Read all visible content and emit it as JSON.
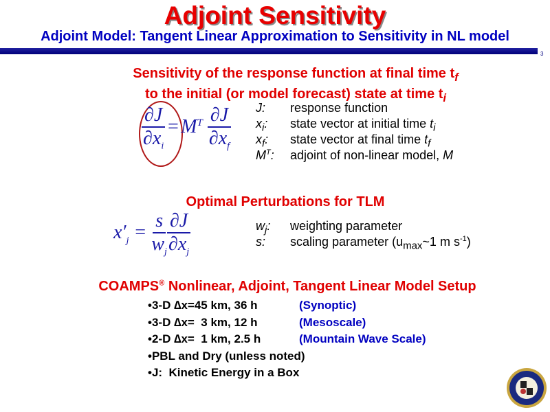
{
  "title": "Adjoint Sensitivity",
  "subtitle": "Adjoint Model: Tangent Linear Approximation to Sensitivity in NL model",
  "page_number": "3",
  "section1": {
    "line1": "Sensitivity of the response function at final time t",
    "line1_sub": "f",
    "line2": "to the initial (or model forecast) state at time t",
    "line2_sub": "i",
    "definitions": [
      {
        "symbol": "J",
        "sub": "",
        "sup": "",
        "text": "response function",
        "text_tail": ""
      },
      {
        "symbol": "x",
        "sub": "i",
        "sup": "",
        "text": "state vector at initial time ",
        "text_tail": "t",
        "tail_sub": "i"
      },
      {
        "symbol": "x",
        "sub": "f",
        "sup": "",
        "text": "state vector at final time ",
        "text_tail": "t",
        "tail_sub": "f"
      },
      {
        "symbol": "M",
        "sub": "",
        "sup": "T",
        "text": "adjoint of non-linear model, ",
        "text_tail": "M",
        "tail_sub": ""
      }
    ]
  },
  "section2": {
    "heading": "Optimal Perturbations for TLM",
    "definitions": [
      {
        "symbol": "w",
        "sub": "j",
        "text": "weighting parameter"
      },
      {
        "symbol": "s",
        "sub": "",
        "text": "scaling parameter (u",
        "text_sub": "max",
        "text_after": "~1 m s",
        "text_sup": "-1",
        "text_end": ")"
      }
    ]
  },
  "section3": {
    "heading": "COAMPS",
    "reg": "®",
    "heading_rest": " Nonlinear, Adjoint, Tangent Linear Model Setup",
    "bullets": [
      {
        "text": "•3-D ∆x=45 km, 36 h",
        "paren": "(Synoptic)"
      },
      {
        "text": "•3-D ∆x=  3 km, 12 h",
        "paren": "(Mesoscale)"
      },
      {
        "text": "•2-D ∆x=  1 km, 2.5 h",
        "paren": "(Mountain Wave Scale)"
      },
      {
        "text": "•PBL and Dry (unless noted)",
        "paren": ""
      },
      {
        "text": "•J:  Kinetic Energy in a Box",
        "paren": ""
      }
    ]
  },
  "colors": {
    "title": "#e80000",
    "subtitle": "#0000c0",
    "equation": "#1a1aa8"
  }
}
